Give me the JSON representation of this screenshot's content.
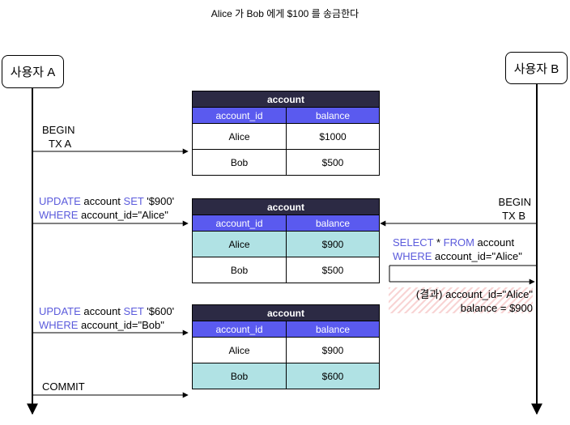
{
  "title": "Alice 가 Bob 에게 $100 를 송금한다",
  "actors": {
    "a": "사용자 A",
    "b": "사용자 B"
  },
  "table_columns": [
    "account_id",
    "balance"
  ],
  "tables": [
    {
      "name": "account",
      "rows": [
        {
          "id": "Alice",
          "balance": "$1000",
          "highlight": false
        },
        {
          "id": "Bob",
          "balance": "$500",
          "highlight": false
        }
      ]
    },
    {
      "name": "account",
      "rows": [
        {
          "id": "Alice",
          "balance": "$900",
          "highlight": true
        },
        {
          "id": "Bob",
          "balance": "$500",
          "highlight": false
        }
      ]
    },
    {
      "name": "account",
      "rows": [
        {
          "id": "Alice",
          "balance": "$900",
          "highlight": false
        },
        {
          "id": "Bob",
          "balance": "$600",
          "highlight": true
        }
      ]
    }
  ],
  "steps": {
    "begin_a": {
      "line1": "BEGIN",
      "line2": "TX A"
    },
    "update_alice": {
      "kw1": "UPDATE",
      "t1": " account ",
      "kw2": "SET",
      "t2": " '$900'",
      "kw3": "WHERE",
      "t3": " account_id=\"Alice\""
    },
    "update_bob": {
      "kw1": "UPDATE",
      "t1": " account ",
      "kw2": "SET",
      "t2": " '$600'",
      "kw3": "WHERE",
      "t3": " account_id=\"Bob\""
    },
    "commit": "COMMIT",
    "begin_b": {
      "line1": "BEGIN",
      "line2": "TX B"
    },
    "select_b": {
      "kw1": "SELECT",
      "t1": " * ",
      "kw2": "FROM",
      "t2": " account",
      "kw3": "WHERE",
      "t3": " account_id=\"Alice\""
    },
    "result": {
      "line1": "(결과) account_id=\"Alice\"",
      "line2": "balance = $900"
    }
  },
  "colors": {
    "keyword": "#5b5bdc",
    "table_title_bg": "#2c2a44",
    "table_header_bg": "#5a5aef",
    "highlight_row": "#b0e2e4"
  }
}
